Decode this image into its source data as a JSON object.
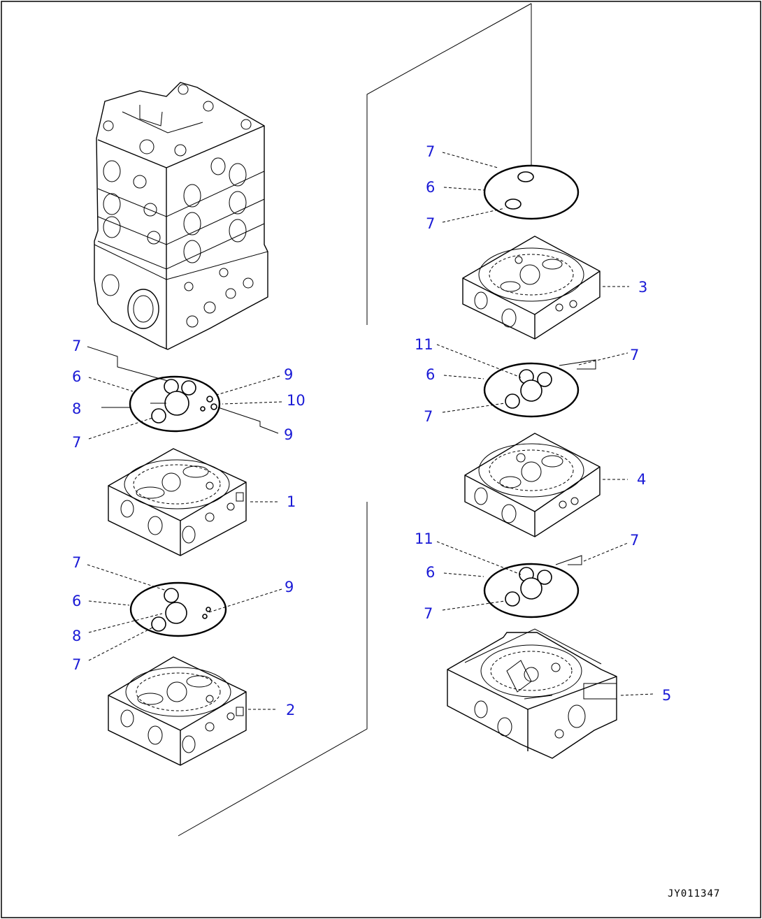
{
  "diagram": {
    "drawing_number": "JY011347",
    "callouts": {
      "c1": "1",
      "c2": "2",
      "c3": "3",
      "c4": "4",
      "c5": "5",
      "c6": "6",
      "c7": "7",
      "c8": "8",
      "c9": "9",
      "c10": "10",
      "c11": "11"
    }
  }
}
